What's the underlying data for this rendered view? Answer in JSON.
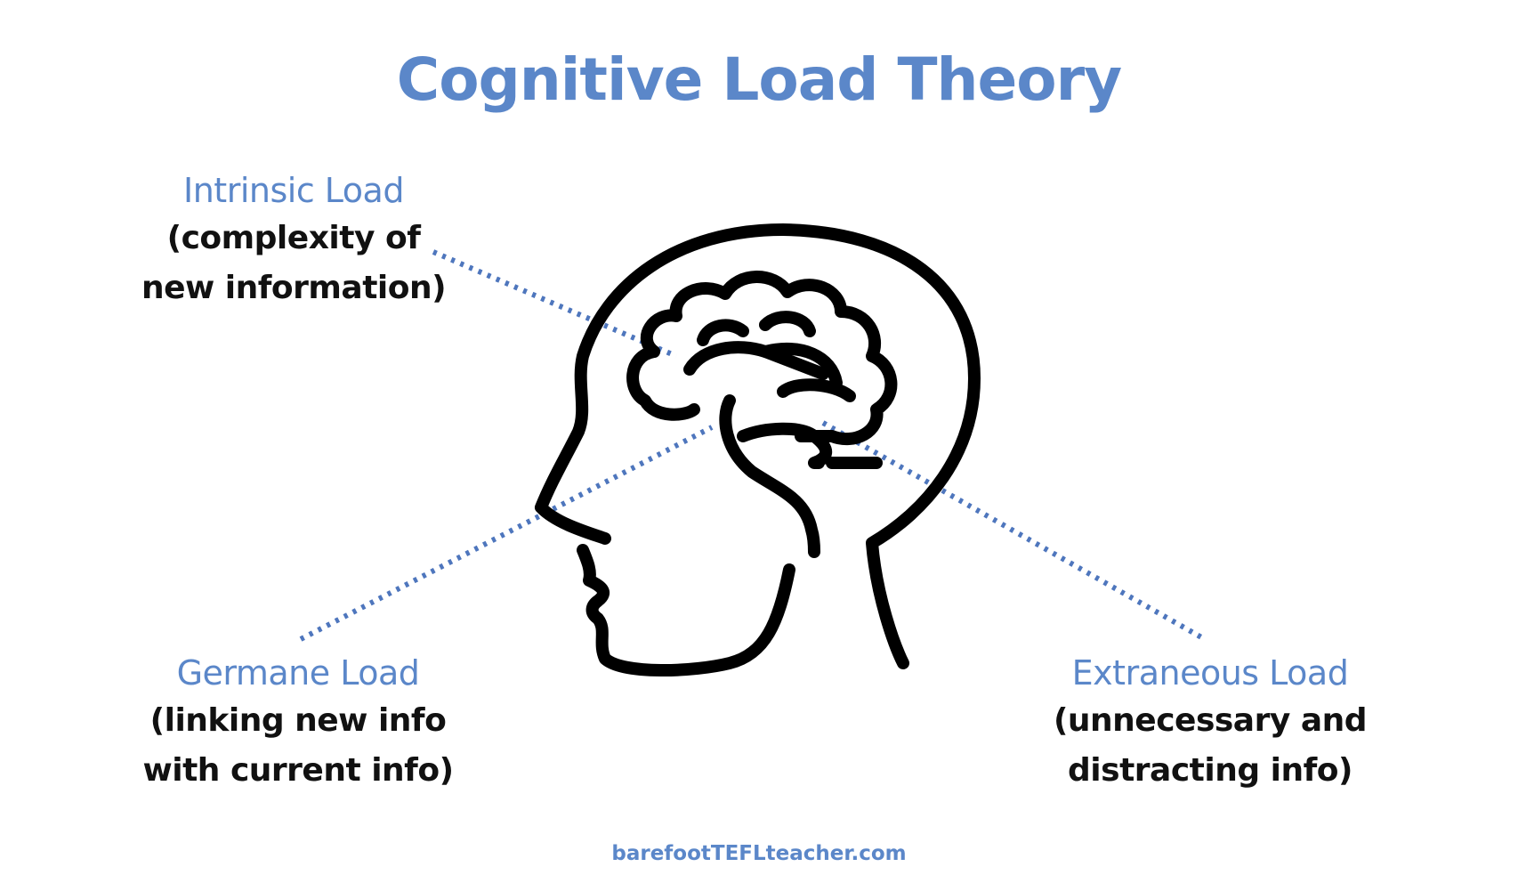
{
  "title": "Cognitive Load Theory",
  "labels": {
    "intrinsic": {
      "heading": "Intrinsic Load",
      "line1": "(complexity of",
      "line2": "new information)"
    },
    "germane": {
      "heading": "Germane Load",
      "line1": "(linking new info",
      "line2": "with current info)"
    },
    "extraneous": {
      "heading": "Extraneous Load",
      "line1": "(unnecessary and",
      "line2": "distracting info)"
    }
  },
  "footer": "barefootTEFLteacher.com",
  "colors": {
    "accent": "#5b87c9",
    "ink": "#111111",
    "background": "#ffffff"
  },
  "icons": [
    "head-with-brain-icon"
  ]
}
